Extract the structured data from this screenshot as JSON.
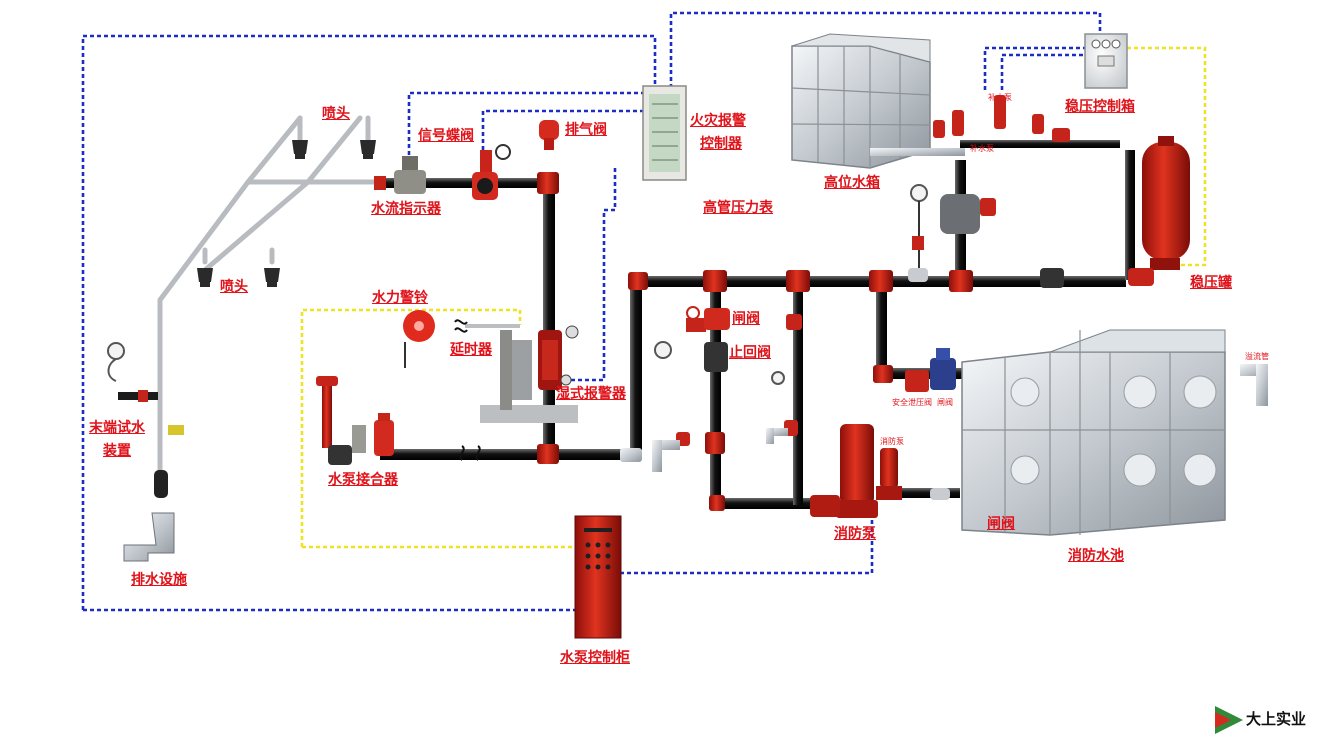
{
  "labels": {
    "sprinkler_top": "喷头",
    "sprinkler_bottom": "喷头",
    "signal_butterfly_valve": "信号蝶阀",
    "exhaust_valve": "排气阀",
    "fire_alarm_controller_line1": "火灾报警",
    "fire_alarm_controller_line2": "控制器",
    "flow_indicator": "水流指示器",
    "high_pressure_gauge": "高管压力表",
    "high_tank": "高位水箱",
    "booster_pump_small": "补水泵",
    "booster_pump_small2": "补水泵",
    "pressure_control_box": "稳压控制箱",
    "pressure_tank": "稳压罐",
    "water_bell": "水力警铃",
    "delay_device": "延时器",
    "gate_valve_1": "闸阀",
    "check_valve": "止回阀",
    "wet_alarm_valve": "湿式报警器",
    "end_test_line1": "末端试水",
    "end_test_line2": "装置",
    "pump_connector": "水泵接合器",
    "safety_relief_valve": "安全泄压阀",
    "gate_valve_small": "闸阀",
    "overflow_pipe": "溢流管",
    "fire_pump_small": "消防泵",
    "fire_pump": "消防泵",
    "gate_valve_2": "闸阀",
    "fire_pool": "消防水池",
    "drain_facility": "排水设施",
    "pump_control_cabinet": "水泵控制柜"
  },
  "brand": {
    "name": "大上实业"
  },
  "colors": {
    "label_red": "#e0131a",
    "pipe_dark": "#1b1b1b",
    "fitting_red": "#d9241c",
    "signal_blue": "#1b2dc4",
    "signal_yellow": "#f0e21f",
    "steel": "#c9ced3",
    "logo_green": "#2f8a3a"
  }
}
